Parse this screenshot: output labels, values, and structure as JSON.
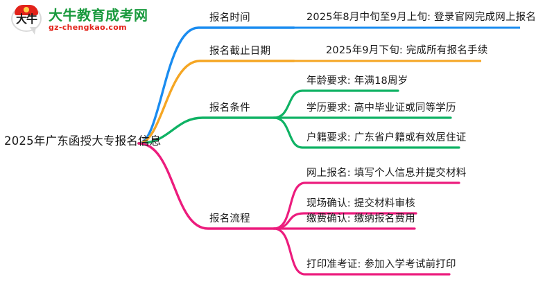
{
  "logo": {
    "mark_text": "大牛",
    "title": "大牛教育成考网",
    "subtitle": "gz-chengkao.com",
    "title_color": "#1a9a3e",
    "subtitle_color": "#e2231a",
    "cap_color": "#e2231a"
  },
  "mindmap": {
    "root": {
      "label": "2025年广东函授大专报名信息"
    },
    "branches": [
      {
        "label": "报名时间",
        "color": "#1a8cf0",
        "leaves": [
          {
            "text": "2025年8月中旬至9月上旬: 登录官网完成网上报名"
          }
        ]
      },
      {
        "label": "报名截止日期",
        "color": "#f5a623",
        "leaves": [
          {
            "text": "2025年9月下旬: 完成所有报名手续"
          }
        ]
      },
      {
        "label": "报名条件",
        "color": "#0fb264",
        "leaves": [
          {
            "text": "年龄要求: 年满18周岁"
          },
          {
            "text": "学历要求: 高中毕业证或同等学历"
          },
          {
            "text": "户籍要求: 广东省户籍或有效居住证"
          }
        ]
      },
      {
        "label": "报名流程",
        "color": "#ec1c7d",
        "leaves": [
          {
            "text": "网上报名: 填写个人信息并提交材料"
          },
          {
            "text": "现场确认: 提交材料审核"
          },
          {
            "text": "缴费确认: 缴纳报名费用"
          },
          {
            "text": "打印准考证: 参加入学考试前打印"
          }
        ]
      }
    ]
  }
}
